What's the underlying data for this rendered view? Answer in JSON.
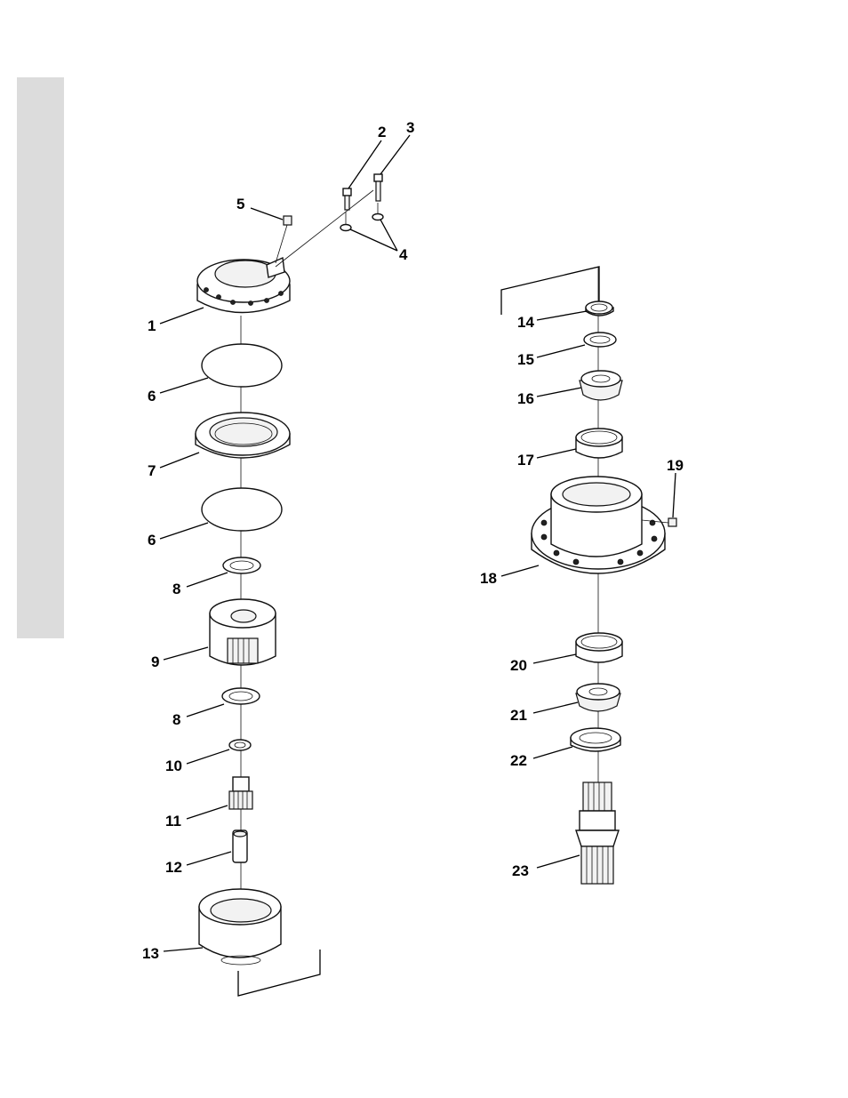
{
  "diagram": {
    "callouts": [
      "1",
      "2",
      "3",
      "4",
      "5",
      "6",
      "6",
      "7",
      "8",
      "8",
      "9",
      "10",
      "11",
      "12",
      "13",
      "14",
      "15",
      "16",
      "17",
      "18",
      "19",
      "20",
      "21",
      "22",
      "23"
    ]
  }
}
